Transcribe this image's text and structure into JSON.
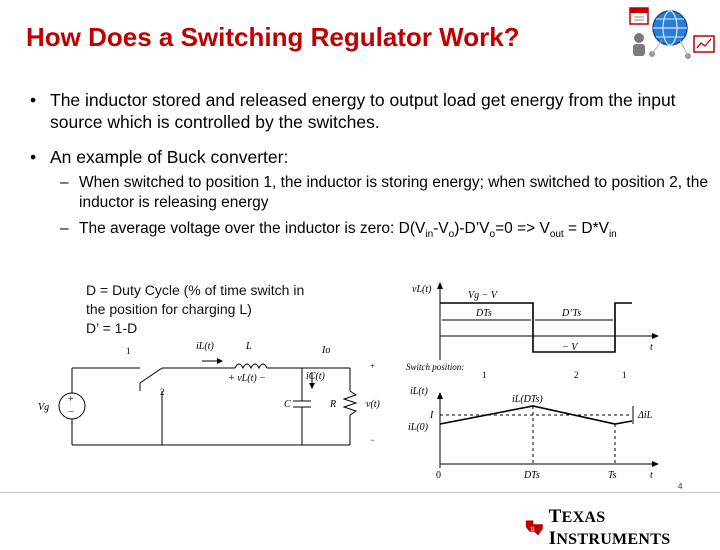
{
  "slide": {
    "title": "How Does a Switching Regulator Work?",
    "page_number": "4"
  },
  "bullets": [
    {
      "marker": "•",
      "text": "The inductor stored and released energy to output load get energy from the input source which is controlled by the switches."
    },
    {
      "marker": "•",
      "text": "An example of Buck converter:"
    }
  ],
  "sub_bullets": {
    "marker": "–",
    "item1": "When switched to position 1, the inductor is storing energy; when switched to position 2, the inductor is releasing energy",
    "item2": {
      "part_a": "The average voltage over the inductor is zero: D(V",
      "sub_in": "in",
      "part_b": "-V",
      "sub_o1": "o",
      "part_c": ")-D’V",
      "sub_o2": "o",
      "part_d": "=0 => V",
      "sub_out": "out",
      "part_e": " = D*V",
      "sub_in2": "in"
    }
  },
  "duty_note": {
    "line1": "D = Duty Cycle (% of time switch in",
    "line2": "the position for charging L)",
    "line3": "D’ = 1-D"
  },
  "circuit": {
    "pos1": "1",
    "pos2": "2",
    "iL": "iL(t)",
    "L": "L",
    "io": "Io",
    "vL": "+ vL(t) −",
    "iC": "iC(t)",
    "Vg": "Vg",
    "C": "C",
    "R": "R",
    "vt": "v(t)",
    "plus": "+",
    "minus": "−"
  },
  "waveform": {
    "vL": "vL(t)",
    "vg_minus_v": "Vg − V",
    "dts": "DTs",
    "dpts": "D’Ts",
    "minus_v": "− V",
    "t": "t",
    "switch_position": "Switch position:",
    "pos1": "1",
    "pos2": "2",
    "pos1b": "1",
    "iL": "iL(t)",
    "I": "I",
    "iL0": "iL(0)",
    "iLDTs": "iL(DTs)",
    "delta_iL": "ΔiL",
    "zero": "0",
    "dts2": "DTs",
    "ts": "Ts",
    "t2": "t"
  },
  "footer": {
    "logo_text_a": "T",
    "logo_text_b": "EXAS ",
    "logo_text_c": "I",
    "logo_text_d": "NSTRUMENTS",
    "colors": {
      "logo_red": "#c00000",
      "title_red": "#c00000"
    }
  }
}
